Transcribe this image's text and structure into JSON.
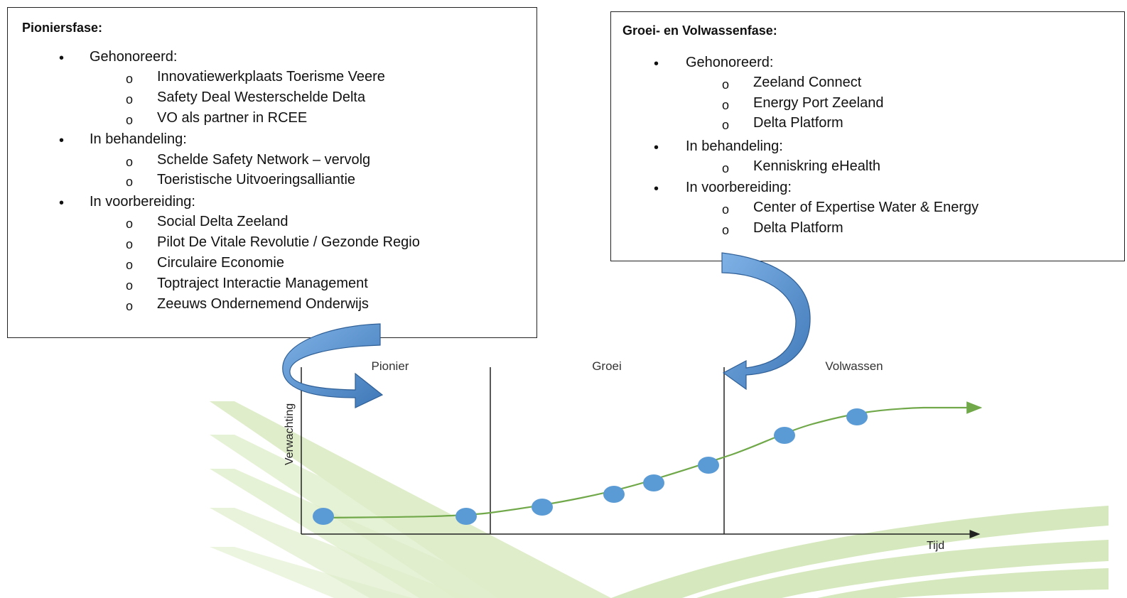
{
  "left_box": {
    "title": "Pioniersfase:",
    "groups": [
      {
        "label": "Gehonoreerd:",
        "items": [
          "Innovatiewerkplaats Toerisme Veere",
          "Safety Deal Westerschelde Delta",
          "VO als partner in RCEE"
        ]
      },
      {
        "label": "In behandeling:",
        "items": [
          "Schelde Safety Network – vervolg",
          "Toeristische Uitvoeringsalliantie"
        ]
      },
      {
        "label": "In voorbereiding:",
        "items": [
          "Social Delta Zeeland",
          "Pilot De Vitale Revolutie / Gezonde Regio",
          "Circulaire Economie",
          "Toptraject Interactie Management",
          "Zeeuws Ondernemend Onderwijs"
        ]
      }
    ]
  },
  "right_box": {
    "title": "Groei- en Volwassenfase:",
    "groups": [
      {
        "label": "Gehonoreerd:",
        "items": [
          "Zeeland Connect",
          "Energy Port Zeeland",
          "Delta Platform"
        ]
      },
      {
        "label": "In behandeling:",
        "items": [
          "Kenniskring eHealth"
        ]
      },
      {
        "label": "In voorbereiding:",
        "items": [
          "Center of Expertise Water & Energy",
          "Delta Platform"
        ]
      }
    ]
  },
  "bullet_char": "•",
  "sub_bullet_char": "o",
  "diagram": {
    "phases": [
      "Pionier",
      "Groei",
      "Volwassen"
    ],
    "y_axis_label": "Verwachting",
    "x_axis_label": "Tijd"
  },
  "colors": {
    "curve": "#70a84a",
    "dot": "#5b9bd5",
    "arrow": "#4a86c6",
    "stripe": "#c6e0a0"
  }
}
